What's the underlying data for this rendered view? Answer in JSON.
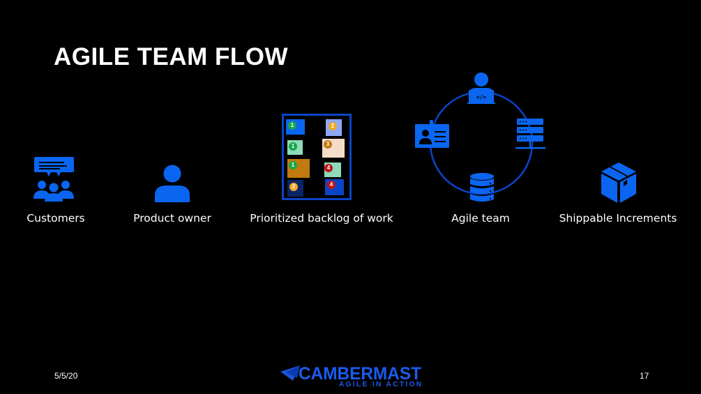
{
  "slide": {
    "title": "AGILE TEAM FLOW",
    "accent_color": "#0a66f0",
    "steps": [
      {
        "label": "Customers",
        "icon": "customers-feedback-icon"
      },
      {
        "label": "Product owner",
        "icon": "user-icon"
      },
      {
        "label": "Prioritized backlog of work",
        "icon": "backlog-board-icon"
      },
      {
        "label": "Agile team",
        "icon": "team-cycle-icon"
      },
      {
        "label": "Shippable Increments",
        "icon": "package-box-icon"
      }
    ],
    "backlog_cards": [
      {
        "priority": "1",
        "color": "#0a66f0",
        "badge_color": "#1aa64a"
      },
      {
        "priority": "2",
        "color": "#8fa8f5",
        "badge_color": "#f5a623"
      },
      {
        "priority": "1",
        "color": "#8ddbb8",
        "badge_color": "#1aa64a"
      },
      {
        "priority": "3",
        "color": "#f5dcc8",
        "badge_color": "#c07a10"
      },
      {
        "priority": "1",
        "color": "#c07a10",
        "badge_color": "#1aa64a"
      },
      {
        "priority": "4",
        "color": "#8ddbb8",
        "badge_color": "#c0141a"
      },
      {
        "priority": "2",
        "color": "#0a2468",
        "badge_color": "#f5a623"
      },
      {
        "priority": "4",
        "color": "#0a45c8",
        "badge_color": "#c0141a"
      }
    ],
    "team_roles": [
      "developer-icon",
      "server-icon",
      "database-icon",
      "id-badge-icon"
    ]
  },
  "footer": {
    "date": "5/5/20",
    "page_number": "17",
    "logo_name": "CAMBERMAST",
    "logo_tagline": "AGILE IN ACTION"
  }
}
